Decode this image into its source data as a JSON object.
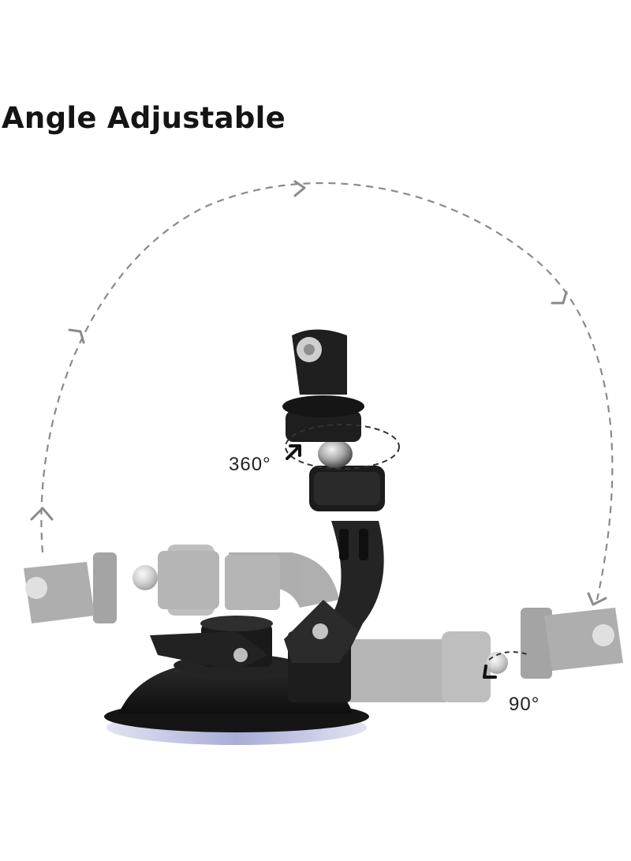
{
  "title": "Angle Adjustable",
  "labels": {
    "rotation": "360°",
    "tilt": "90°"
  },
  "colors": {
    "title": "#141414",
    "arc": "#8a8a8a",
    "mount": "#1e1e1e",
    "ghost_mount": "#9a9a9a",
    "suction_cup_tint": "#c9cce8"
  }
}
